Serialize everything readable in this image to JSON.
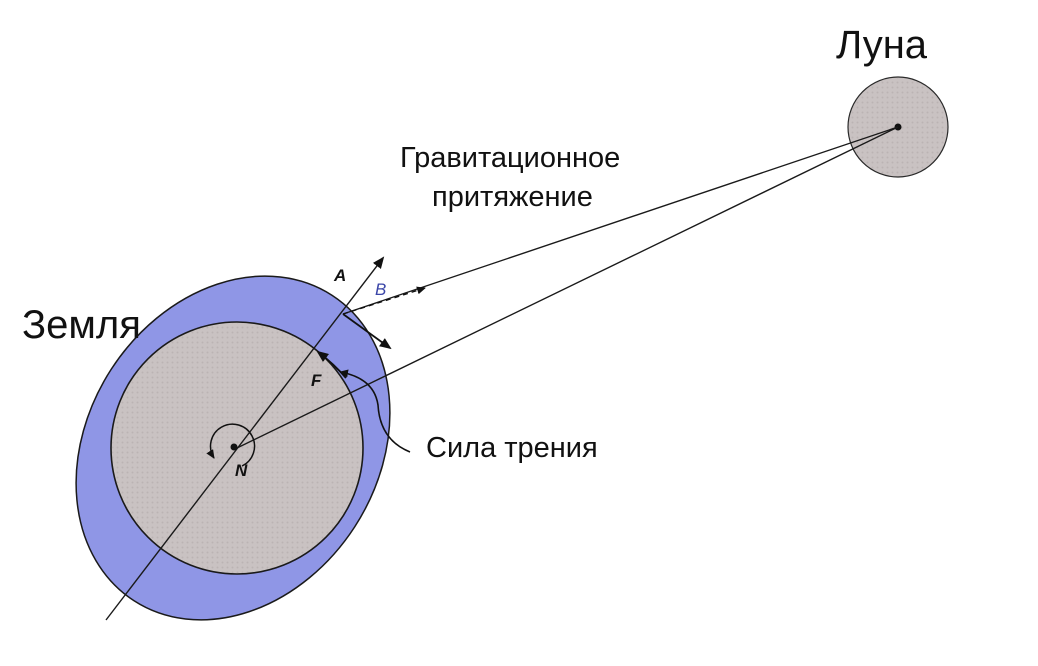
{
  "labels": {
    "moon": "Луна",
    "earth": "Земля",
    "gravity_line1": "Гравитационное",
    "gravity_line2": "притяжение",
    "friction": "Сила трения",
    "point_a": "A",
    "point_b": "B",
    "point_f": "F",
    "point_n": "N"
  },
  "colors": {
    "tidal_bulge": "#8f96e6",
    "earth_body": "#c9c2c2",
    "moon_body": "#c9c2c2",
    "ink": "#1a1a1a",
    "label_b": "#3b46a8"
  }
}
